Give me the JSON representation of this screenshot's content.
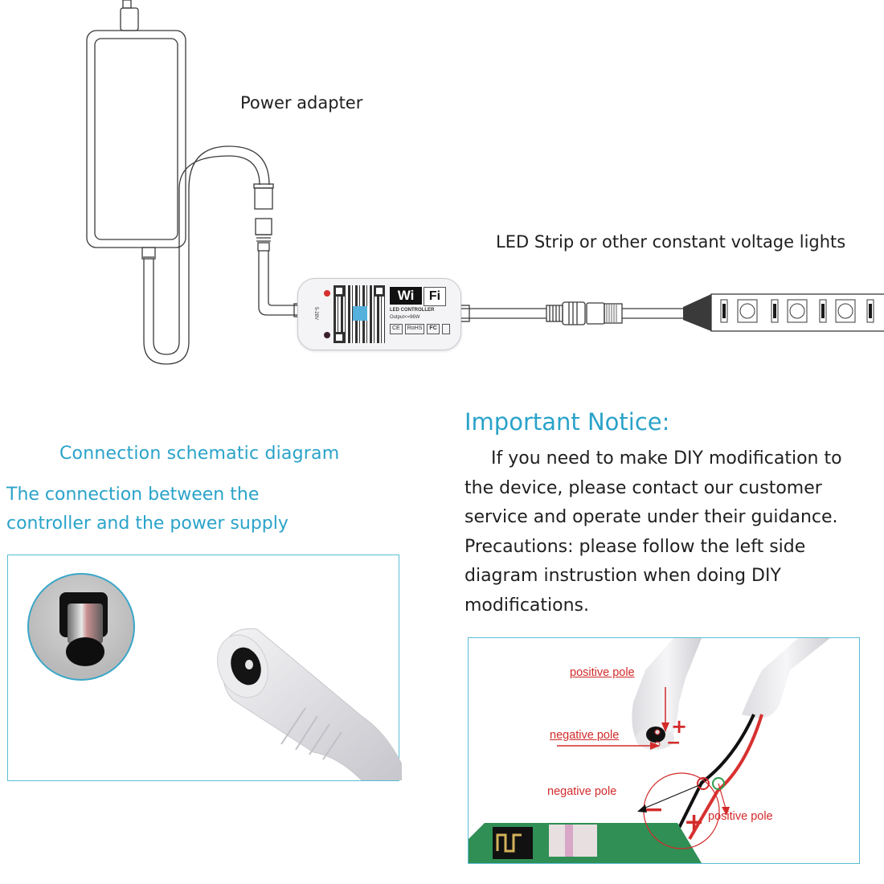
{
  "diagram": {
    "power_adapter_label": "Power adapter",
    "led_strip_label": "LED Strip or other constant voltage lights",
    "controller": {
      "brand_wi": "Wi",
      "brand_fi": "Fi",
      "model_line": "LED CONTROLLER",
      "output_line": "Output<=96W",
      "voltage_side": "5-28V",
      "cert_marks": [
        "CE",
        "RoHS",
        "FC"
      ]
    },
    "led_strip_chip_count_visible": 3
  },
  "left_section": {
    "title": "Connection schematic diagram",
    "description_line1": "The connection between the",
    "description_line2": "controller and the power supply"
  },
  "notice": {
    "title": "Important Notice:",
    "lines": [
      "If you need to make DIY modification to",
      "the device, please contact our customer",
      "service and operate under their guidance.",
      "Precautions: please follow the left side",
      "diagram instrustion when doing DIY",
      "modifications."
    ]
  },
  "pole_photo": {
    "labels": {
      "jack_positive": "positive pole",
      "jack_negative": "negative pole",
      "wire_negative": "negative pole",
      "wire_positive": "positive pole"
    },
    "symbols": {
      "plus": "+",
      "minus": "−"
    }
  },
  "colors": {
    "accent_blue": "#2aa3c9",
    "frame_blue": "#5bbdd4",
    "annotation_red": "#d32a2a",
    "text_dark": "#1f1f1f",
    "line_art": "#3a3a3a"
  }
}
